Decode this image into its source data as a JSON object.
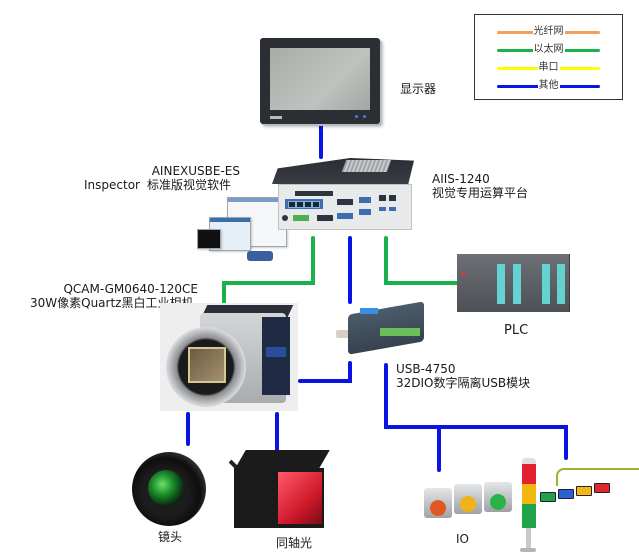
{
  "legend": {
    "items": [
      {
        "label": "光纤网",
        "color": "#f5a05a",
        "meaning": "fiber"
      },
      {
        "label": "以太网",
        "color": "#19b24a",
        "meaning": "ethernet"
      },
      {
        "label": "串口",
        "color": "#ffff00",
        "meaning": "serial"
      },
      {
        "label": "其他",
        "color": "#0a14e6",
        "meaning": "other"
      }
    ]
  },
  "nodes": {
    "monitor": {
      "label": "显示器",
      "icon": "monitor-icon"
    },
    "software": {
      "line1": "AINEXUSBE-ES",
      "line2_a": "Inspector",
      "line2_b": "标准版视觉软件",
      "icon": "software-screens-icon"
    },
    "ipc": {
      "line1": "AIIS-1240",
      "line2": "视觉专用运算平台",
      "icon": "industrial-pc-icon"
    },
    "camera": {
      "line1": "QCAM-GM0640-120CE",
      "line2": "30W像素Quartz黑白工业相机",
      "icon": "industrial-camera-icon"
    },
    "usb_module": {
      "line1": "USB-4750",
      "line2": "32DIO数字隔离USB模块",
      "icon": "usb-io-module-icon"
    },
    "plc": {
      "label": "PLC",
      "icon": "plc-icon"
    },
    "lens": {
      "label": "镜头",
      "icon": "lens-icon"
    },
    "coax_light": {
      "label": "同轴光",
      "icon": "coaxial-light-icon"
    },
    "io": {
      "label": "IO",
      "icon": "push-buttons-icon"
    },
    "tower_light": {
      "label": "",
      "icon": "tower-light-icon"
    }
  },
  "connections": [
    {
      "from": "monitor",
      "to": "ipc",
      "type": "other"
    },
    {
      "from": "ipc",
      "to": "camera",
      "type": "ethernet"
    },
    {
      "from": "ipc",
      "to": "usb_module",
      "type": "other"
    },
    {
      "from": "ipc",
      "to": "plc",
      "type": "ethernet"
    },
    {
      "from": "camera",
      "to": "usb_module",
      "type": "other"
    },
    {
      "from": "camera",
      "to": "lens",
      "type": "other"
    },
    {
      "from": "camera",
      "to": "coax_light",
      "type": "other"
    },
    {
      "from": "usb_module",
      "to": "io",
      "type": "other"
    },
    {
      "from": "usb_module",
      "to": "tower_light",
      "type": "other"
    }
  ]
}
